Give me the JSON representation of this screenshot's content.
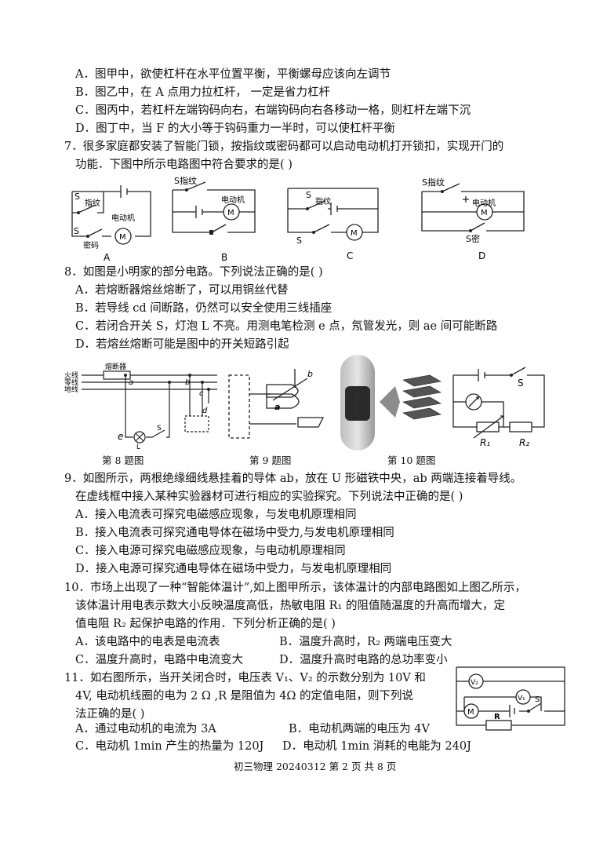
{
  "q6": {
    "a": "A．图甲中，欲使杠杆在水平位置平衡，平衡螺母应该向左调节",
    "b": "B．图乙中，在 A  点用力拉杠杆，  一定是省力杠杆",
    "c": "C．图丙中，若杠杆左端钩码向右，右端钩码向右各移动一格，则杠杆左端下沉",
    "d": "D．图丁中，当 F  的大小等于钩码重力一半时，可以使杠杆平衡"
  },
  "q7": {
    "line1": "7．很多家庭都安装了智能门锁，按指纹或密码都可以启动电动机打开锁扣，实现开门的",
    "line2": "功能．下图中所示电路图中符合要求的是(          )",
    "fig": {
      "a_label": "A",
      "b_label": "B",
      "c_label": "C",
      "d_label": "D",
      "s": "S",
      "s_fingerprint": "S指纹",
      "fingerprint": "指纹",
      "password": "密码",
      "motor": "电动机",
      "m": "M",
      "s_password": "S密"
    }
  },
  "q8": {
    "stem": "8．如图是小明家的部分电路。下列说法正确的是(          )",
    "a": "A．若熔断器熔丝熔断了，可以用铜丝代替",
    "b": "B．若导线 cd 间断路，仍然可以安全使用三线插座",
    "c": "C．若闭合开关 S，灯泡 L 不亮。用测电笔检测 e 点，氖管发光，则 ae 间可能断路",
    "d": "D．若熔丝熔断可能是图中的开关短路引起"
  },
  "figs": {
    "fuse": "熔断器",
    "live": "火线",
    "neutral": "零线",
    "ground": "地线",
    "a": "a",
    "b": "b",
    "c": "c",
    "d": "d",
    "e": "e",
    "l": "L",
    "s": "S",
    "fig9_b": "b",
    "fig9_a": "a",
    "thermo": "智能体温计",
    "r1": "R₁",
    "r2": "R₂",
    "cap8": "第 8 题图",
    "cap9": "第 9 题图",
    "cap10": "第 10 题图"
  },
  "q9": {
    "line1": "9．如图所示，两根绝缘细线悬挂着的导体 ab，放在 U 形磁铁中央，ab 两端连接着导线。",
    "line2": "在虚线框中接入某种实验器材可进行相应的实验探究。下列说法中正确的是(          )",
    "a": "A．接入电流表可探究电磁感应现象，与发电机原理相同",
    "b": "B．接入电流表可探究通电导体在磁场中受力,与发电机原理相同",
    "c": "C．接入电源可探究电磁感应现象，与电动机原理相同",
    "d": "D．接入电源可探究通电导体在磁场中受力，与发电机原理相同"
  },
  "q10": {
    "line1": "10．市场上出现了一种“智能体温计”,如上图甲所示，该体温计的内部电路图如上图乙所示，",
    "line2": "该体温计用电表示数大小反映温度高低，热敏电阻 R₁ 的阻值随温度的升高而增大，定",
    "line3": "值电阻 R₂ 起保护电路的作用．下列分析正确的是(          )",
    "a": "A．该电路中的电表是电流表",
    "b": "B．温度升高时，R₂ 两端电压变大",
    "c": "C．温度升高时，电路中电流变大",
    "d": "D．温度升高时电路的总功率变小"
  },
  "q11": {
    "line1": "11．如右图所示，当开关闭合时，电压表  V₁、V₂ 的示数分别为 10V  和",
    "line2": "4V, 电动机线圈的电为 2 Ω ,R  是阻值为 4Ω  的定值电阻，则下列说",
    "line3": "法正确的是(          )",
    "a": "A．通过电动机的电流为 3A",
    "b": "B．电动机两端的电压为 4V",
    "c": "C．电动机 1min 产生的热量为 120J",
    "d": "D．电动机 1min 消耗的电能为 240J",
    "fig": {
      "v1": "V₁",
      "v2": "V₂",
      "m": "M",
      "r": "R",
      "s": "S"
    }
  },
  "footer": "初三物理 20240312   第  2  页  共  8  页"
}
